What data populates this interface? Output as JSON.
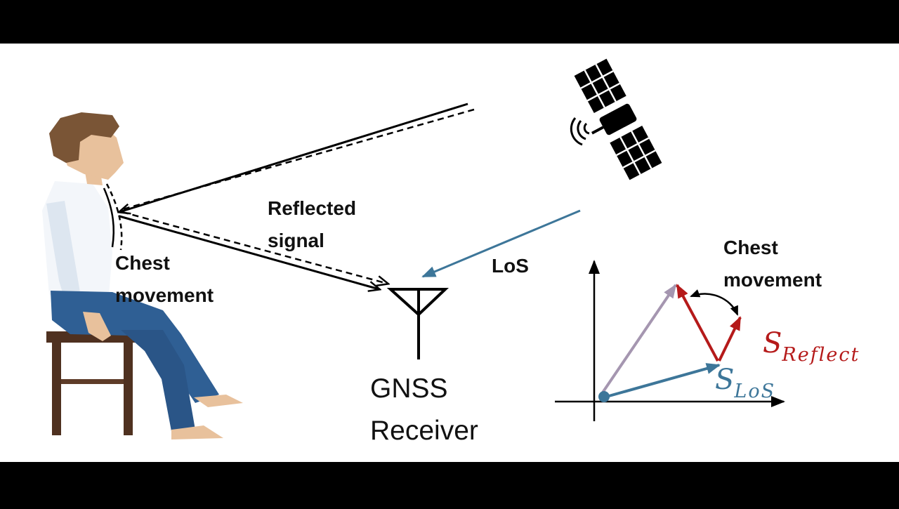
{
  "colors": {
    "background": "#ffffff",
    "letterbox": "#000000",
    "direct_path": "#000000",
    "los_signal": "#3d7699",
    "reflect_vector": "#b51a1a",
    "sum_vector": "#a596b0",
    "skin": "#e8c19c",
    "hair": "#7a5536",
    "shirt": "#f3f6fa",
    "trousers": "#2f5f94",
    "stool": "#4f3120"
  },
  "labels": {
    "reflected_signal": [
      "Reflected",
      "signal"
    ],
    "chest_movement_left": [
      "Chest",
      "movement"
    ],
    "los": "LoS",
    "chest_movement_right": [
      "Chest",
      "movement"
    ],
    "receiver": [
      "GNSS",
      "Receiver"
    ]
  },
  "vectors": {
    "reflect": {
      "symbol": "S",
      "subscript": "Reflect"
    },
    "los": {
      "symbol": "S",
      "subscript": "LoS"
    }
  },
  "icons": [
    "person-icon",
    "stool-icon",
    "satellite-icon",
    "antenna-icon"
  ]
}
